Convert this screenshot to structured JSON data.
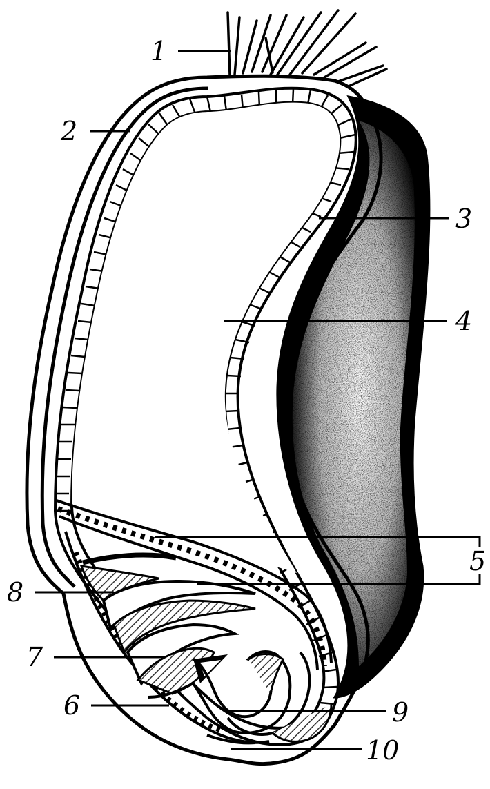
{
  "diagram": {
    "labels": [
      {
        "id": "1",
        "text": "1"
      },
      {
        "id": "2",
        "text": "2"
      },
      {
        "id": "3",
        "text": "3"
      },
      {
        "id": "4",
        "text": "4"
      },
      {
        "id": "5",
        "text": "5"
      },
      {
        "id": "6",
        "text": "6"
      },
      {
        "id": "7",
        "text": "7"
      },
      {
        "id": "8",
        "text": "8"
      },
      {
        "id": "9",
        "text": "9"
      },
      {
        "id": "10",
        "text": "10"
      }
    ],
    "colors": {
      "ink": "#000000",
      "paper": "#ffffff",
      "hatch": "#555555"
    }
  }
}
